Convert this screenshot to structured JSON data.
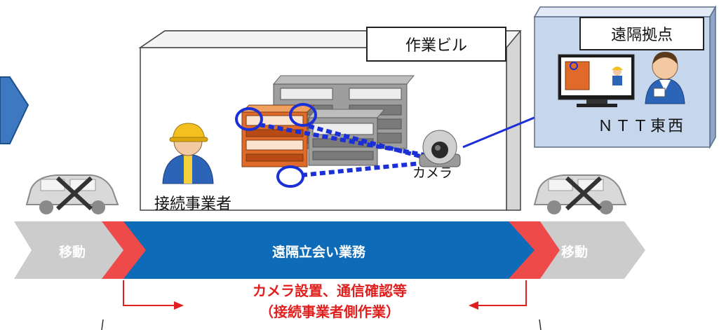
{
  "labels": {
    "work_building": "作業ビル",
    "remote_site": "遠隔拠点",
    "ntt": "ＮＴＴ東西",
    "camera": "カメラ",
    "operator": "接続事業者"
  },
  "flow": {
    "move_left": "移動",
    "main": "遠隔立会い業務",
    "move_right": "移動"
  },
  "note": {
    "line1": "カメラ設置、通信確認等",
    "line2": "（接続事業者側作業）"
  },
  "colors": {
    "flow_blue": "#0d6bb8",
    "flow_grey": "#cccccc",
    "flow_red": "#ef4a4a",
    "note_red": "#e0201f",
    "remote_bg": "#c6d6ec",
    "cable_blue": "#1a2fd6"
  }
}
